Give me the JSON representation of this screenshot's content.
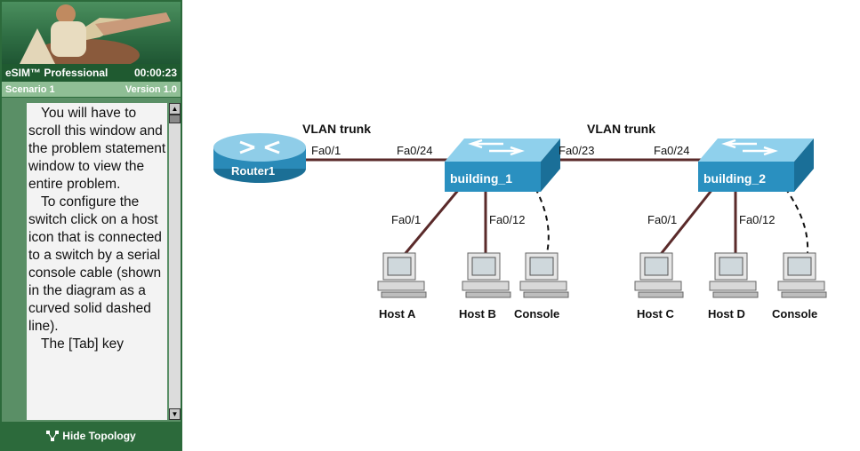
{
  "sidebar": {
    "app_title": "eSIM™ Professional",
    "timer": "00:00:23",
    "scenario": "Scenario 1",
    "version": "Version 1.0",
    "problem_paragraphs": [
      "You will have to scroll this window and the problem statement window to view the entire problem.",
      "To configure the switch click on a host icon that is connected to a switch by a serial console cable (shown in the diagram as a curved solid dashed line).",
      "The [Tab] key"
    ],
    "hide_topology_label": "Hide Topology"
  },
  "topology": {
    "trunk_left": "VLAN trunk",
    "trunk_right": "VLAN trunk",
    "router": "Router1",
    "router_port": "Fa0/1",
    "switch1": "building_1",
    "switch1_up_port": "Fa0/24",
    "switch1_trunk_port": "Fa0/23",
    "switch1_hostA_port": "Fa0/1",
    "switch1_hostB_port": "Fa0/12",
    "switch2": "building_2",
    "switch2_trunk_port": "Fa0/24",
    "switch2_hostC_port": "Fa0/1",
    "switch2_hostD_port": "Fa0/12",
    "host_a": "Host A",
    "host_b": "Host B",
    "console1": "Console",
    "host_c": "Host C",
    "host_d": "Host D",
    "console2": "Console"
  }
}
